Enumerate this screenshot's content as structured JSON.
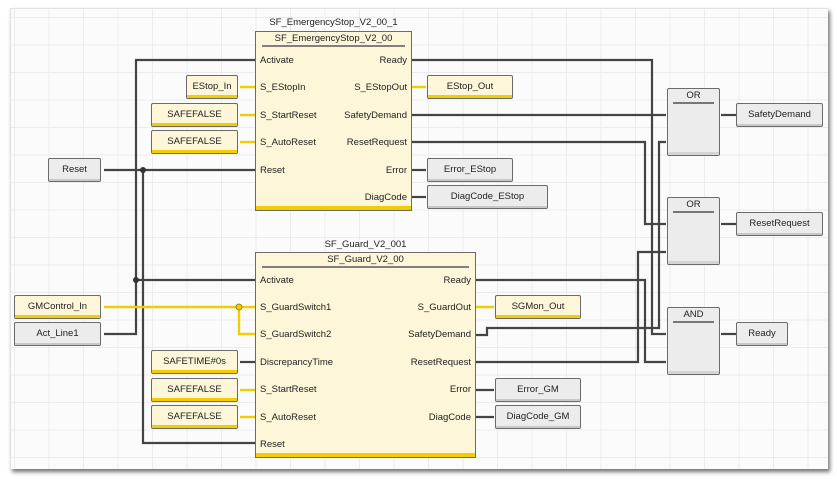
{
  "colors": {
    "safe_wire": "#f2cd00",
    "std_wire": "#444444",
    "safe_fill": "#fdf6d8",
    "std_fill": "#ececec"
  },
  "blocks": {
    "estop": {
      "instance_name": "SF_EmergencyStop_V2_00_1",
      "type_name": "SF_EmergencyStop_V2_00",
      "inputs": [
        "Activate",
        "S_EStopIn",
        "S_StartReset",
        "S_AutoReset",
        "Reset"
      ],
      "outputs": [
        "Ready",
        "S_EStopOut",
        "SafetyDemand",
        "ResetRequest",
        "Error",
        "DiagCode"
      ]
    },
    "guard": {
      "instance_name": "SF_Guard_V2_001",
      "type_name": "SF_Guard_V2_00",
      "inputs": [
        "Activate",
        "S_GuardSwitch1",
        "S_GuardSwitch2",
        "DiscrepancyTime",
        "S_StartReset",
        "S_AutoReset",
        "Reset"
      ],
      "outputs": [
        "Ready",
        "S_GuardOut",
        "SafetyDemand",
        "ResetRequest",
        "Error",
        "DiagCode"
      ]
    }
  },
  "variables": {
    "estop_in": "EStop_In",
    "estop_startreset": "SAFEFALSE",
    "estop_autoreset": "SAFEFALSE",
    "reset": "Reset",
    "estop_out": "EStop_Out",
    "error_estop": "Error_EStop",
    "diagcode_estop": "DiagCode_EStop",
    "gmcontrol_in": "GMControl_In",
    "act_line1": "Act_Line1",
    "discrepancy_time": "SAFETIME#0s",
    "guard_startreset": "SAFEFALSE",
    "guard_autoreset": "SAFEFALSE",
    "sgmon_out": "SGMon_Out",
    "error_gm": "Error_GM",
    "diagcode_gm": "DiagCode_GM",
    "out_safetydemand": "SafetyDemand",
    "out_resetrequest": "ResetRequest",
    "out_ready": "Ready"
  },
  "gates": {
    "or1": "OR",
    "or2": "OR",
    "and1": "AND"
  }
}
